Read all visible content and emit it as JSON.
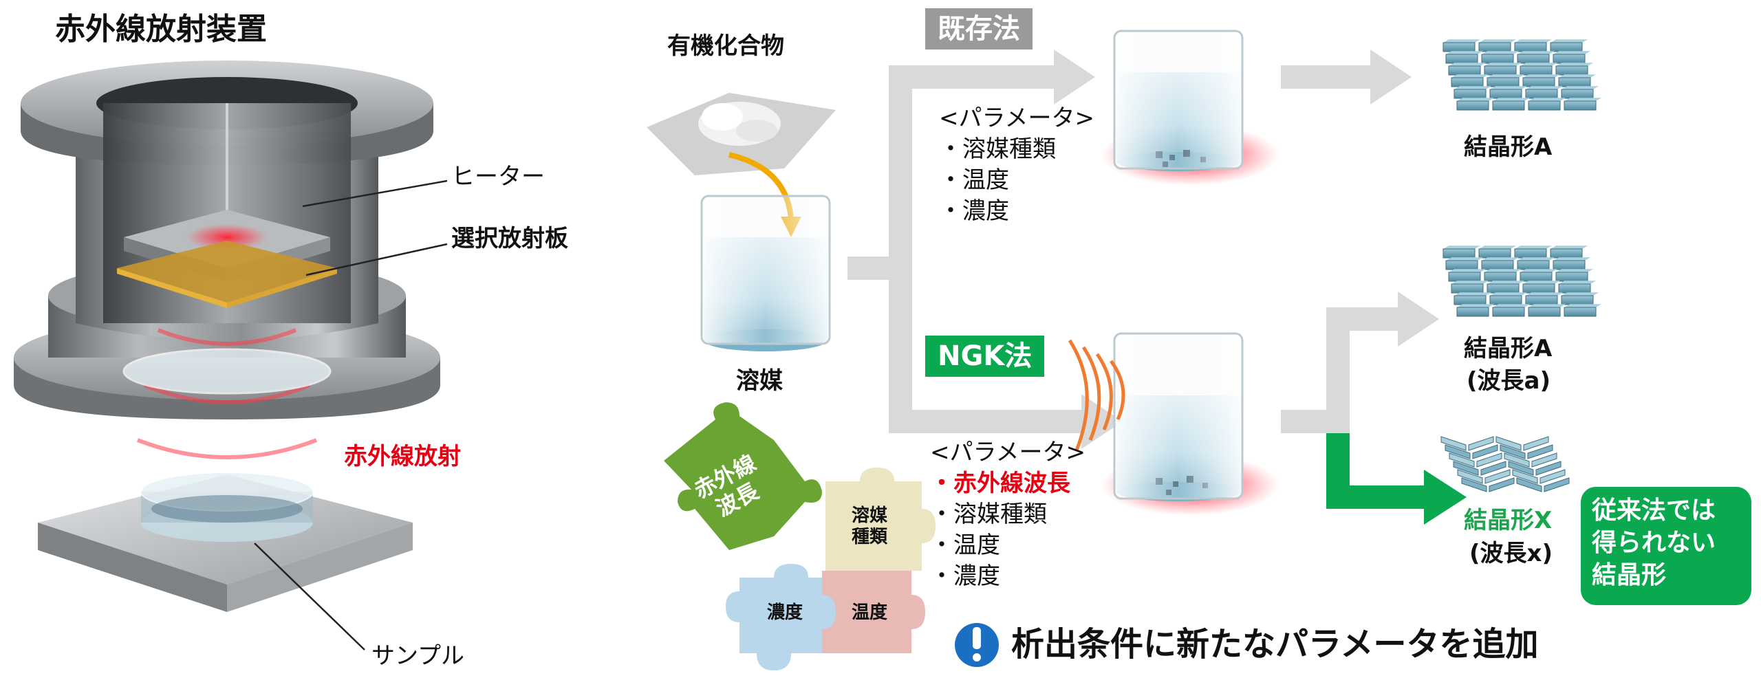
{
  "title": "赤外線放射装置",
  "device": {
    "heater_label": "ヒーター",
    "plate_label": "選択放射板",
    "emission_label": "赤外線放射",
    "sample_label": "サンプル"
  },
  "flow": {
    "compound_label": "有機化合物",
    "solvent_label": "溶媒",
    "existing_method": {
      "tag": "既存法",
      "params_title": "<パラメータ>",
      "params": [
        "・溶媒種類",
        "・温度",
        "・濃度"
      ],
      "result": "結晶形A"
    },
    "ngk_method": {
      "tag": "NGK法",
      "params_title": "<パラメータ>",
      "params_highlight": "・赤外線波長",
      "params": [
        "・溶媒種類",
        "・温度",
        "・濃度"
      ],
      "result_a_line1": "結晶形A",
      "result_a_line2": "(波長a)",
      "result_x_line1": "結晶形X",
      "result_x_line2": "(波長x)"
    },
    "callout": [
      "従来法では",
      "得られない",
      "結晶形"
    ]
  },
  "puzzle": {
    "green_line1": "赤外線",
    "green_line2": "波長",
    "yellow_line1": "溶媒",
    "yellow_line2": "種類",
    "blue": "濃度",
    "pink": "温度"
  },
  "message": "析出条件に新たなパラメータを追加",
  "colors": {
    "red": "#e60012",
    "green": "#1aa64a",
    "gray_tag": "#9a9a9a",
    "arrow_gray": "#d9d9d9",
    "arrow_green": "#0aa84f",
    "puzzle_green": "#6aa534",
    "puzzle_yellow": "#ece5c2",
    "puzzle_blue": "#b9d7ea",
    "puzzle_pink": "#e8b9b5",
    "crystal": "#6da3b8"
  }
}
